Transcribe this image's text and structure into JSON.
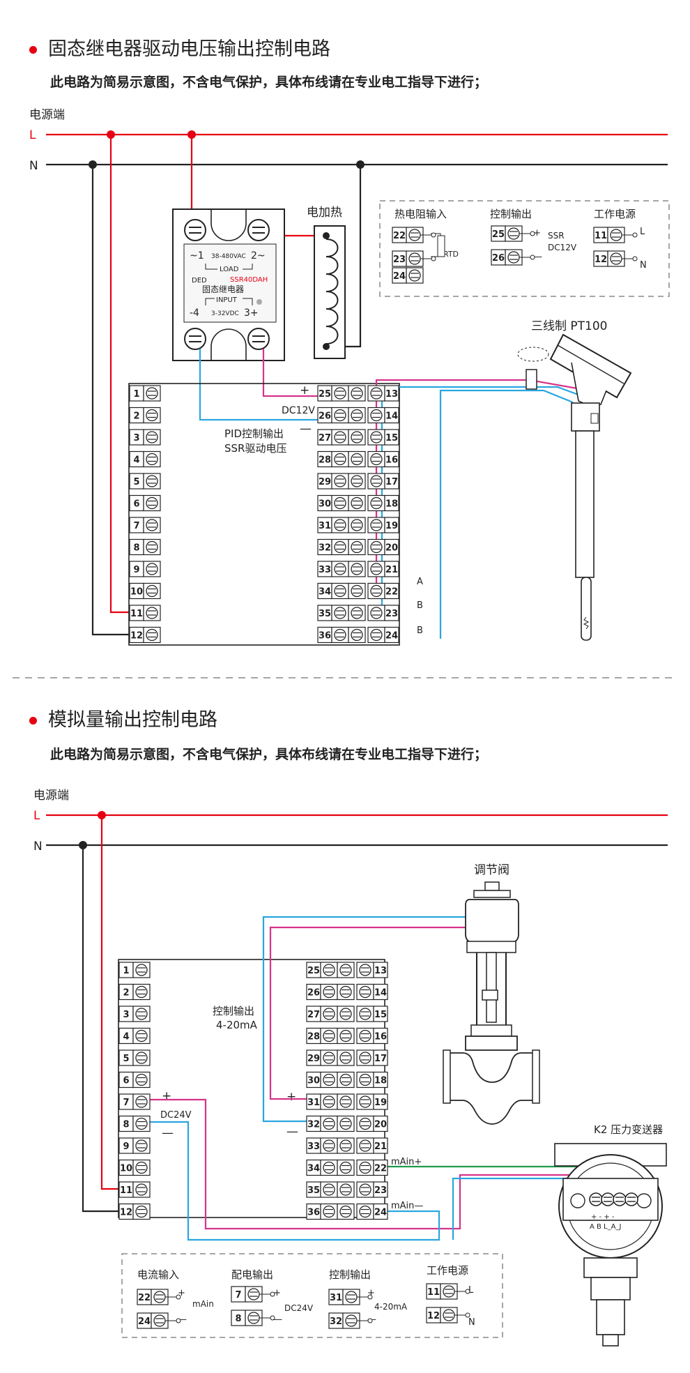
{
  "section1": {
    "title": "固态继电器驱动电压输出控制电路",
    "note": "此电路为简易示意图，不含电气保护，具体布线请在专业电工指导下进行；",
    "power_label": "电源端",
    "L": "L",
    "N": "N",
    "heater_label": "电加热",
    "ssr": {
      "t1": "~1",
      "t2": "2~",
      "voltage": "38-480VAC",
      "load": "LOAD",
      "brand": "DED",
      "model": "SSR40DAH",
      "name": "固态继电器",
      "input": "INPUT",
      "t4": "-4",
      "t3": "3+",
      "dc": "3-32VDC"
    },
    "plus": "+",
    "minus": "—",
    "dc12v": "DC12V",
    "pid_label_1": "PID控制输出",
    "pid_label_2": "SSR驱动电压",
    "pt100_label": "三线制 PT100",
    "wire_A": "A",
    "wire_B1": "B",
    "wire_B2": "B",
    "left_terminals": [
      "1",
      "2",
      "3",
      "4",
      "5",
      "6",
      "7",
      "8",
      "9",
      "10",
      "11",
      "12"
    ],
    "mid_terminals": [
      "25",
      "26",
      "27",
      "28",
      "29",
      "30",
      "31",
      "32",
      "33",
      "34",
      "35",
      "36"
    ],
    "right_terminals": [
      "13",
      "14",
      "15",
      "16",
      "17",
      "18",
      "19",
      "20",
      "21",
      "22",
      "23",
      "24"
    ],
    "legend": {
      "rtd_title": "热电阻输入",
      "rtd_terms": [
        "22",
        "23",
        "24"
      ],
      "rtd": "RTD",
      "ctrl_title": "控制输出",
      "ctrl_terms": [
        "25",
        "26"
      ],
      "ctrl_plus": "+",
      "ctrl_minus": "—",
      "ssr": "SSR",
      "dc12v": "DC12V",
      "pwr_title": "工作电源",
      "pwr_terms": [
        "11",
        "12"
      ],
      "L": "L",
      "N": "N"
    }
  },
  "section2": {
    "title": "模拟量输出控制电路",
    "note": "此电路为简易示意图，不含电气保护，具体布线请在专业电工指导下进行；",
    "power_label": "电源端",
    "L": "L",
    "N": "N",
    "valve_label": "调节阀",
    "ctrl_label_1": "控制输出",
    "ctrl_label_2": "4-20mA",
    "plus_left": "+",
    "dc24v": "DC24V",
    "minus_left": "—",
    "plus_mid": "+",
    "minus_mid": "—",
    "main_plus": "mAin+",
    "main_minus": "mAin—",
    "transmitter_label": "K2 压力变送器",
    "tx_terms": "+  -  +  -",
    "tx_sub": "A  B  L_A_J",
    "left_terminals": [
      "1",
      "2",
      "3",
      "4",
      "5",
      "6",
      "7",
      "8",
      "9",
      "10",
      "11",
      "12"
    ],
    "mid_terminals": [
      "25",
      "26",
      "27",
      "28",
      "29",
      "30",
      "31",
      "32",
      "33",
      "34",
      "35",
      "36"
    ],
    "right_terminals": [
      "13",
      "14",
      "15",
      "16",
      "17",
      "18",
      "19",
      "20",
      "21",
      "22",
      "23",
      "24"
    ],
    "legend": {
      "cur_title": "电流输入",
      "cur_terms": [
        "22",
        "24"
      ],
      "cur_plus": "+",
      "cur_minus": "—",
      "main": "mAin",
      "dist_title": "配电输出",
      "dist_terms": [
        "7",
        "8"
      ],
      "dist_plus": "+",
      "dist_minus": "—",
      "dc24v": "DC24V",
      "ctrl_title": "控制输出",
      "ctrl_terms": [
        "31",
        "32"
      ],
      "ctrl_plus": "+",
      "ctrl_minus": "—",
      "ma": "4-20mA",
      "pwr_title": "工作电源",
      "pwr_terms": [
        "11",
        "12"
      ],
      "L": "L",
      "N": "N"
    }
  },
  "colors": {
    "live": "#e60012",
    "neutral": "#222222",
    "blue": "#2aa6e0",
    "magenta": "#d6338a",
    "green": "#1e9b4a",
    "dash": "#888888"
  }
}
